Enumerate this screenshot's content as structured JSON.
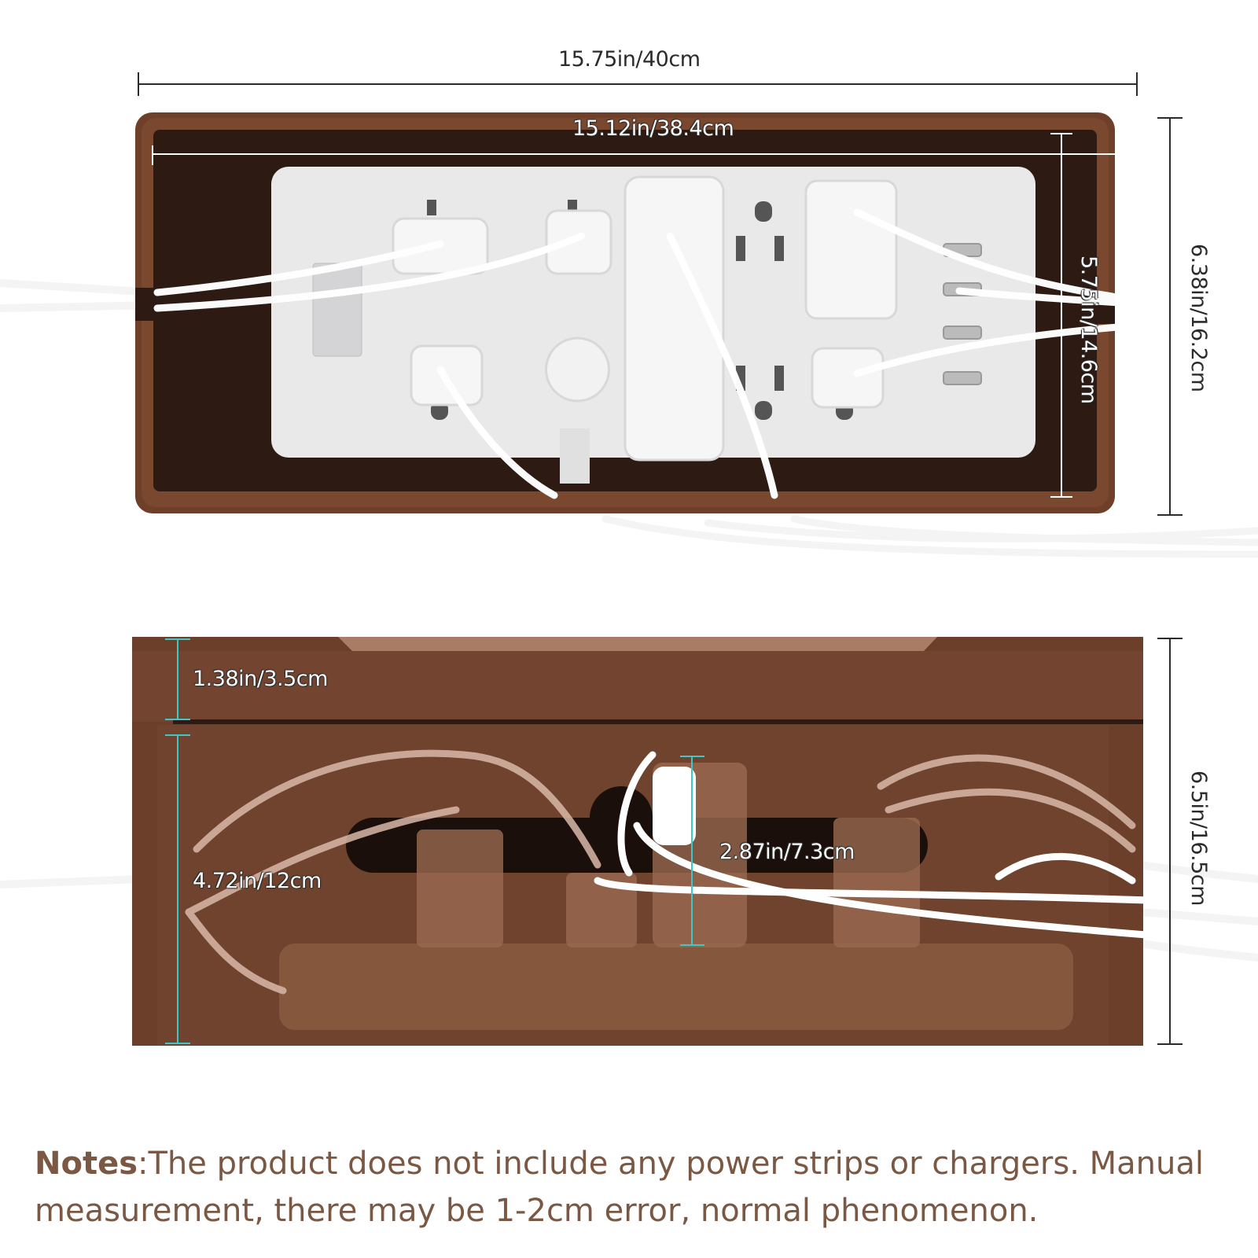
{
  "top_view": {
    "outer_width": "15.75in/40cm",
    "inner_width": "15.12in/38.4cm",
    "inner_depth": "5.75in/14.6cm",
    "outer_depth": "6.38in/16.2cm"
  },
  "side_view": {
    "lid_height": "1.38in/3.5cm",
    "body_height": "4.72in/12cm",
    "slot_height": "2.87in/7.3cm",
    "total_height": "6.5in/16.5cm"
  },
  "notes": {
    "label": "Notes",
    "text": ":The product does not include any power strips or chargers. Manual measurement, there may be 1-2cm error, normal phenomenon."
  },
  "colors": {
    "wood": "#6b3e28",
    "wood_dark": "#3a1f14",
    "dimension_line": "#2b2b2b",
    "teal_marker": "#3fc7c7",
    "notes_text": "#7a5843"
  }
}
